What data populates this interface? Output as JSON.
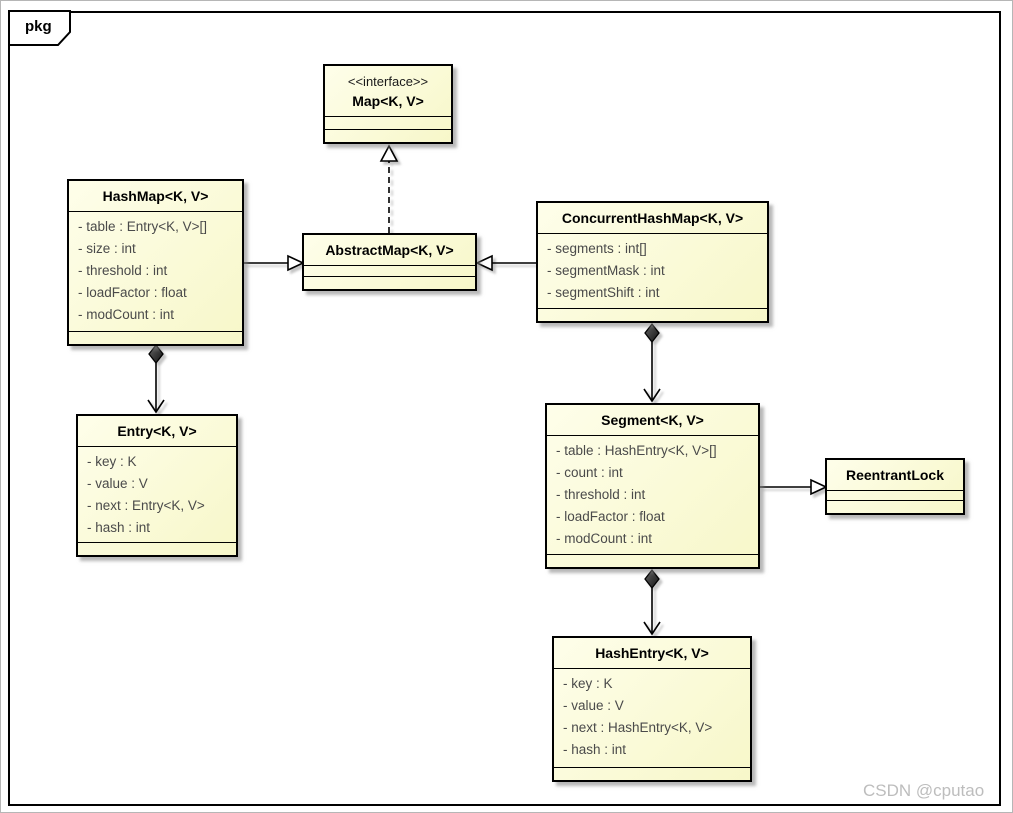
{
  "package": {
    "label": "pkg"
  },
  "watermark": {
    "text": "CSDN @cputao"
  },
  "colors": {
    "node_fill_top": "#fefeea",
    "node_fill_bottom": "#f7f7c9",
    "node_border": "#000000",
    "attribute_text": "#4a4a4a",
    "watermark_text": "#bdbdbd"
  },
  "classes": {
    "map": {
      "stereotype": "<<interface>>",
      "name": "Map<K, V>",
      "attributes": []
    },
    "abstractmap": {
      "name": "AbstractMap<K, V>",
      "attributes": []
    },
    "hashmap": {
      "name": "HashMap<K, V>",
      "attributes": [
        "- table : Entry<K, V>[]",
        "- size : int",
        "- threshold : int",
        "- loadFactor : float",
        "- modCount : int"
      ]
    },
    "concurrenthashmap": {
      "name": "ConcurrentHashMap<K, V>",
      "attributes": [
        "- segments : int[]",
        "- segmentMask : int",
        "- segmentShift : int"
      ]
    },
    "entry": {
      "name": "Entry<K, V>",
      "attributes": [
        "- key : K",
        "- value : V",
        "- next : Entry<K, V>",
        "- hash : int"
      ]
    },
    "segment": {
      "name": "Segment<K, V>",
      "attributes": [
        "- table : HashEntry<K, V>[]",
        "- count : int",
        "- threshold : int",
        "- loadFactor : float",
        "- modCount : int"
      ]
    },
    "reentrantlock": {
      "name": "ReentrantLock",
      "attributes": []
    },
    "hashentry": {
      "name": "HashEntry<K, V>",
      "attributes": [
        "- key : K",
        "- value : V",
        "- next : HashEntry<K, V>",
        "- hash : int"
      ]
    }
  },
  "relationships": [
    {
      "from": "AbstractMap<K, V>",
      "to": "Map<K, V>",
      "type": "realization"
    },
    {
      "from": "HashMap<K, V>",
      "to": "AbstractMap<K, V>",
      "type": "generalization"
    },
    {
      "from": "ConcurrentHashMap<K, V>",
      "to": "AbstractMap<K, V>",
      "type": "generalization"
    },
    {
      "from": "Segment<K, V>",
      "to": "ReentrantLock",
      "type": "generalization"
    },
    {
      "from": "HashMap<K, V>",
      "to": "Entry<K, V>",
      "type": "composition"
    },
    {
      "from": "ConcurrentHashMap<K, V>",
      "to": "Segment<K, V>",
      "type": "composition"
    },
    {
      "from": "Segment<K, V>",
      "to": "HashEntry<K, V>",
      "type": "composition"
    }
  ]
}
